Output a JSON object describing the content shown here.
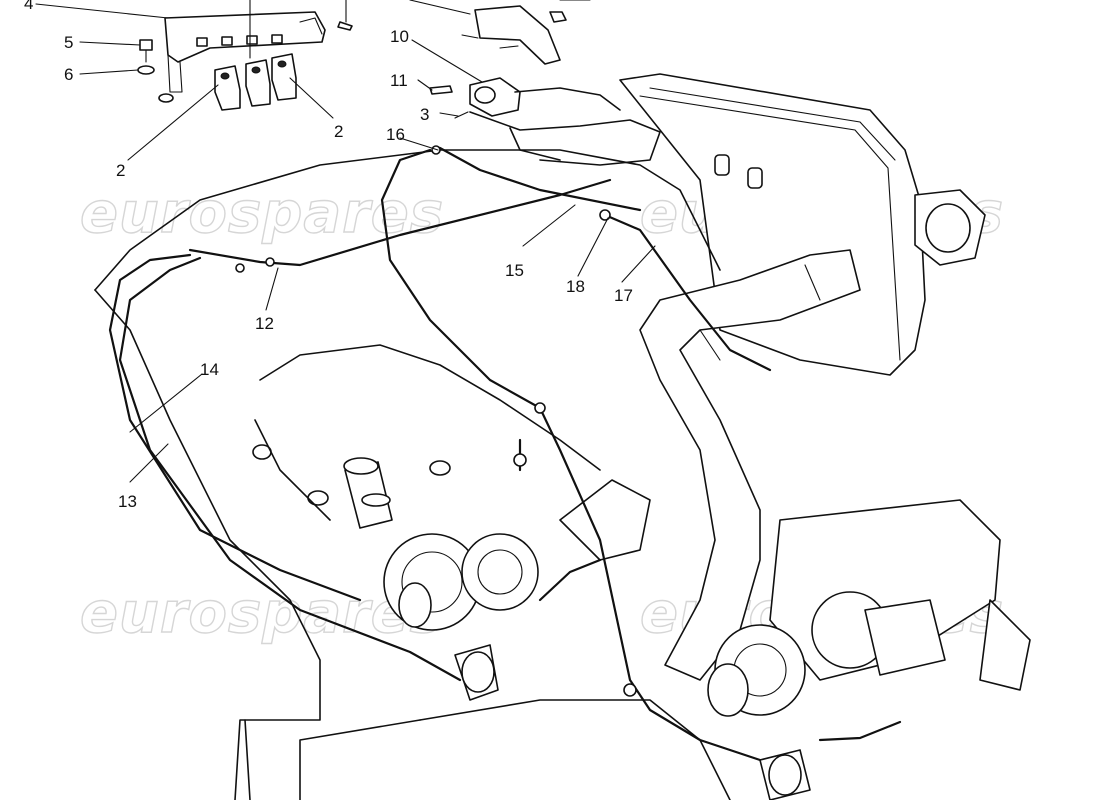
{
  "diagram": {
    "callouts": [
      {
        "id": "c1",
        "text": "4"
      },
      {
        "id": "c2",
        "text": "5"
      },
      {
        "id": "c3",
        "text": "6"
      },
      {
        "id": "c4",
        "text": "2"
      },
      {
        "id": "c5",
        "text": "2"
      },
      {
        "id": "c6",
        "text": "10"
      },
      {
        "id": "c7",
        "text": "11"
      },
      {
        "id": "c8",
        "text": "3"
      },
      {
        "id": "c9",
        "text": "16"
      },
      {
        "id": "c10",
        "text": "15"
      },
      {
        "id": "c11",
        "text": "18"
      },
      {
        "id": "c12",
        "text": "17"
      },
      {
        "id": "c13",
        "text": "12"
      },
      {
        "id": "c14",
        "text": "14"
      },
      {
        "id": "c15",
        "text": "13"
      }
    ],
    "watermark": "eurospares"
  }
}
